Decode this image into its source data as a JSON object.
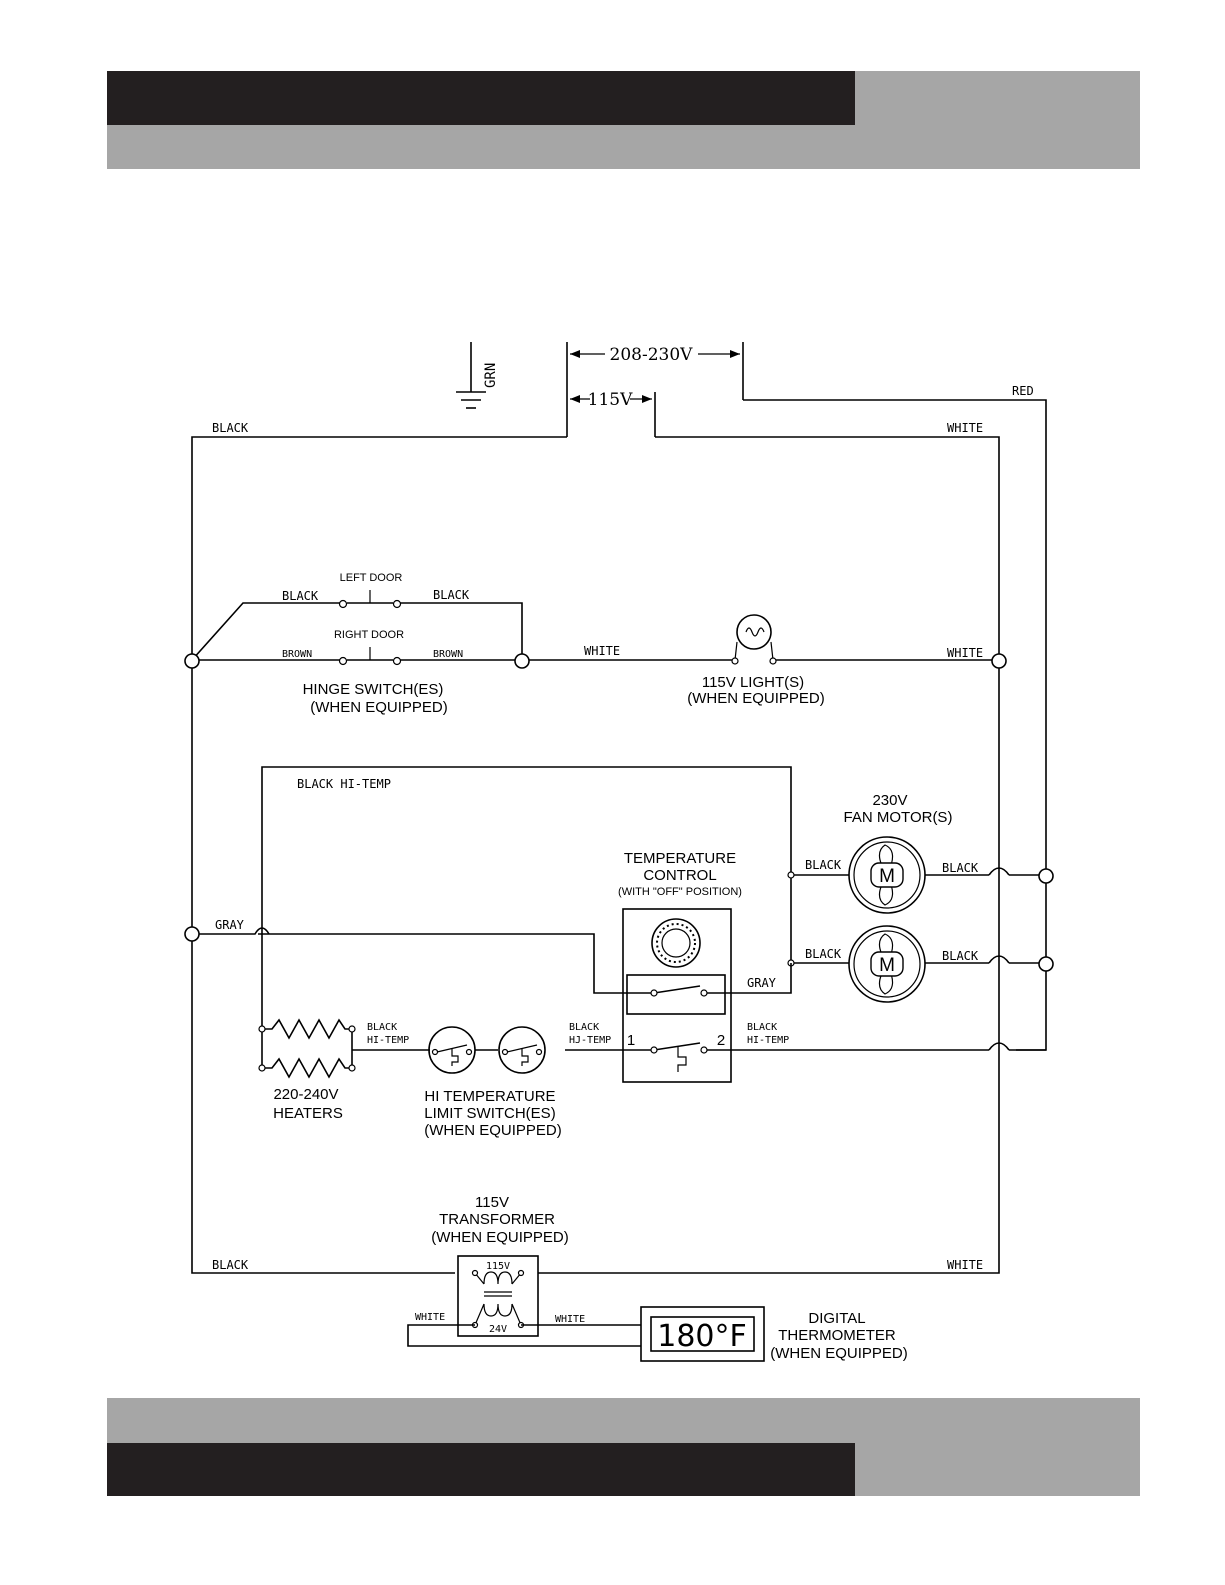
{
  "supply": {
    "ground": "GRN",
    "v_high": "208-230V",
    "v_low": "115V"
  },
  "wires": {
    "black": "BLACK",
    "white": "WHITE",
    "red": "RED",
    "brown": "BROWN",
    "gray": "GRAY",
    "black_hitemp": "BLACK HI-TEMP",
    "black_line1": "BLACK",
    "hitemp_line2": "HI-TEMP",
    "hj_temp": "HJ-TEMP"
  },
  "components": {
    "left_door": "LEFT DOOR",
    "right_door": "RIGHT DOOR",
    "hinge_switch": [
      "HINGE SWITCH(ES)",
      "(WHEN EQUIPPED)"
    ],
    "light": [
      "115V LIGHT(S)",
      "(WHEN EQUIPPED)"
    ],
    "fan_motor": [
      "230V",
      "FAN MOTOR(S)"
    ],
    "motor_symbol": "M",
    "temp_control": [
      "TEMPERATURE",
      "CONTROL",
      "(WITH \"OFF\" POSITION)"
    ],
    "terminal_1": "1",
    "terminal_2": "2",
    "heaters": [
      "220-240V",
      "HEATERS"
    ],
    "hi_limit": [
      "HI TEMPERATURE",
      "LIMIT SWITCH(ES)",
      "(WHEN EQUIPPED)"
    ],
    "transformer": [
      "115V",
      "TRANSFORMER",
      "(WHEN EQUIPPED)"
    ],
    "transformer_primary": "115V",
    "transformer_secondary": "24V",
    "thermometer": [
      "DIGITAL",
      "THERMOMETER",
      "(WHEN EQUIPPED)"
    ],
    "thermometer_reading": "180°F"
  },
  "colors": {
    "band_dark": "#231f20",
    "band_grey": "#a6a6a6",
    "line": "#000000"
  }
}
